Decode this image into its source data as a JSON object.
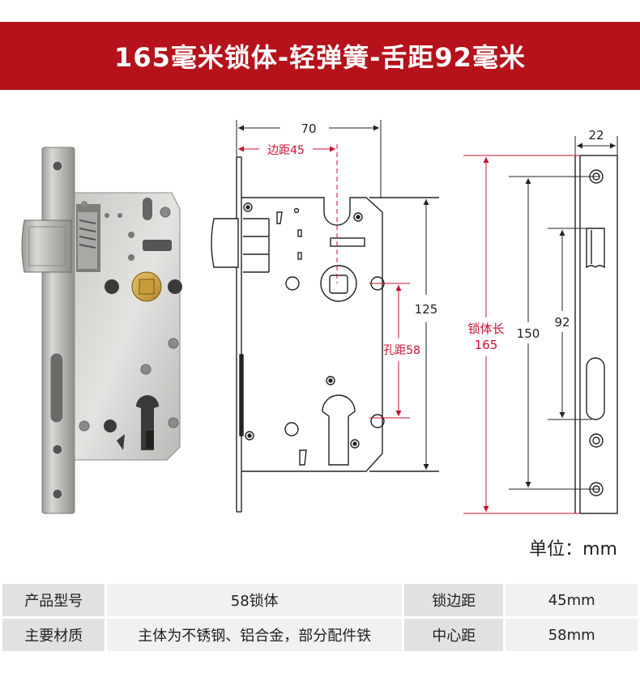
{
  "banner": {
    "title": "165毫米锁体-轻弹簧-舌距92毫米",
    "color": "#b5121b"
  },
  "front_view": {
    "width_dim": "70",
    "backset_label": "边距45",
    "height_dim": "125",
    "hole_distance_label": "孔距58"
  },
  "side_view": {
    "thickness_dim": "22",
    "total_label_line1": "锁体长",
    "total_label_line2": "165",
    "plate_dim": "150",
    "latch_dim": "92"
  },
  "unit": "单位：mm",
  "specs": [
    {
      "label": "产品型号",
      "value": "58锁体",
      "label2": "锁边距",
      "value2": "45mm"
    },
    {
      "label": "主要材质",
      "value": "主体为不锈钢、铝合金，部分配件铁",
      "label2": "中心距",
      "value2": "58mm"
    }
  ],
  "colors": {
    "accent_red": "#c8102e",
    "line": "#222222"
  }
}
